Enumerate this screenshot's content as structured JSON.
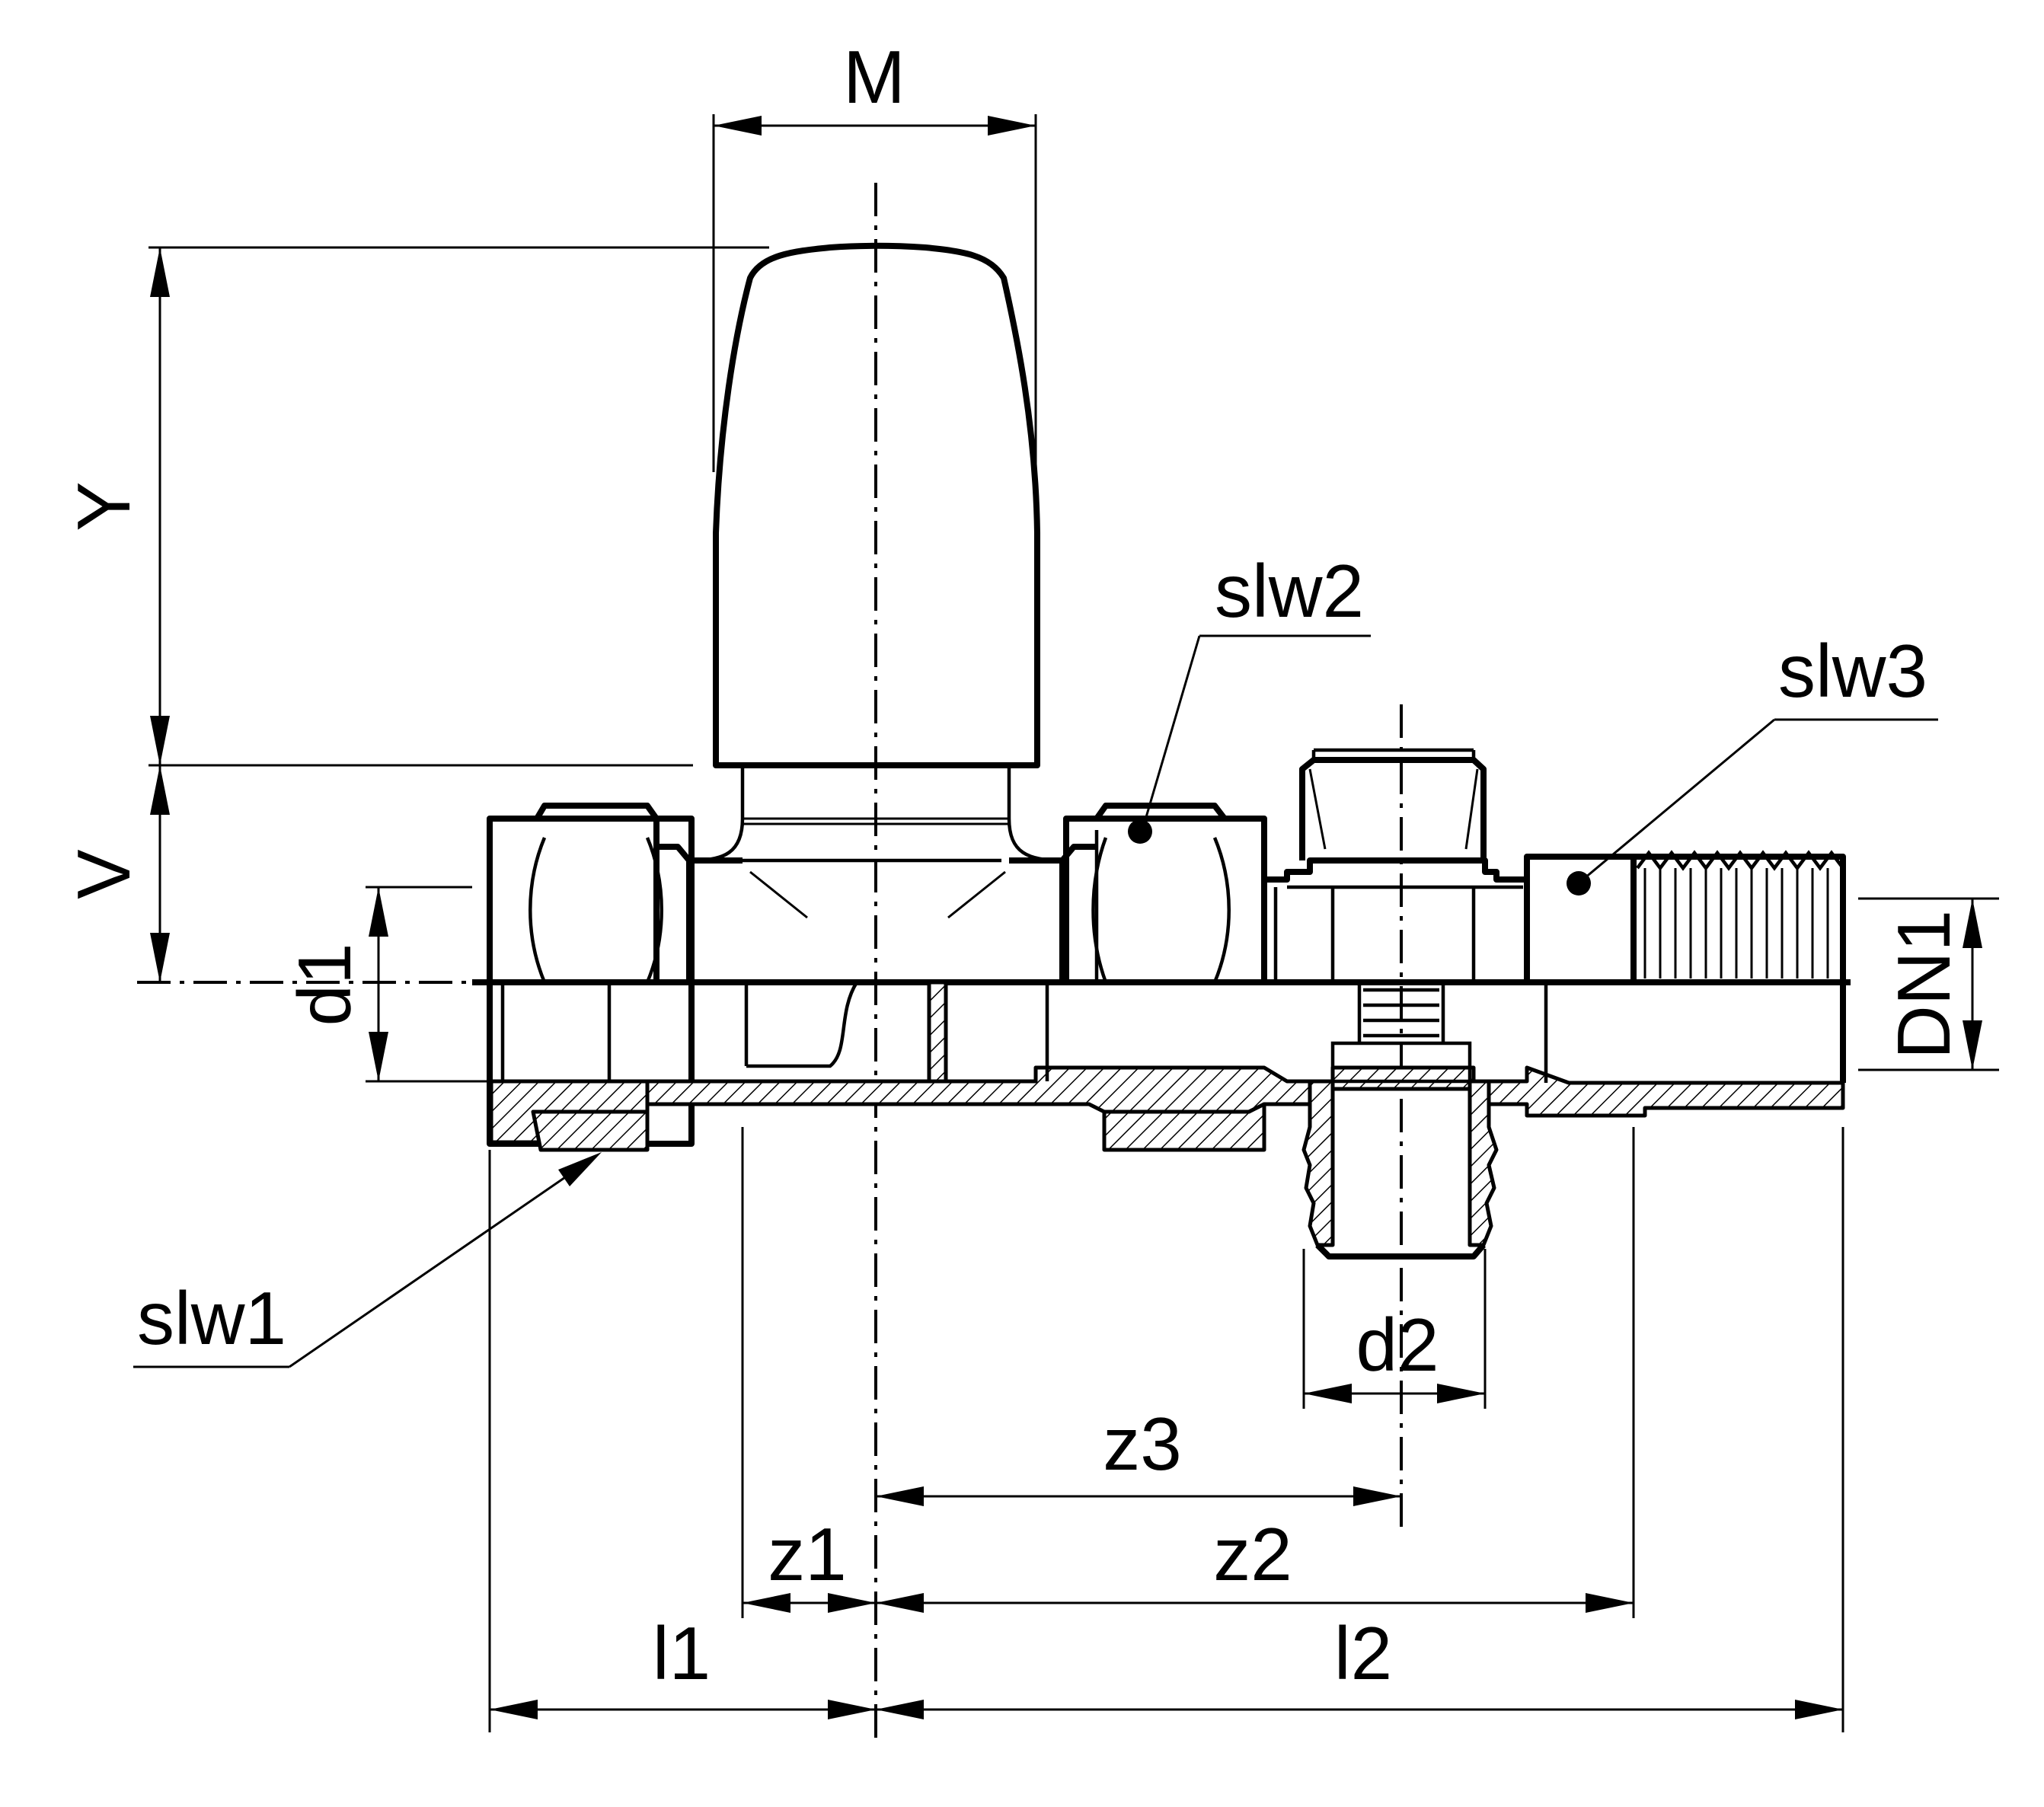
{
  "labels": {
    "M": "M",
    "Y": "Y",
    "V": "V",
    "d1": "d1",
    "d2": "d2",
    "DN1": "DN1",
    "slw1": "slw1",
    "slw2": "slw2",
    "slw3": "slw3",
    "z1": "z1",
    "z2": "z2",
    "z3": "z3",
    "l1": "l1",
    "l2": "l2"
  }
}
